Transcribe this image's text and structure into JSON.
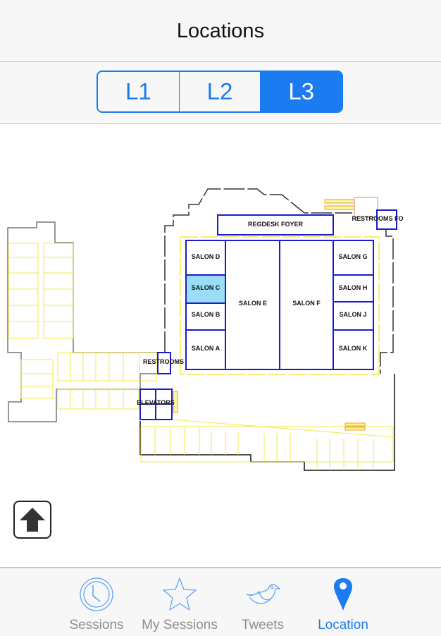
{
  "header": {
    "title": "Locations"
  },
  "levels": {
    "options": [
      "L1",
      "L2",
      "L3"
    ],
    "selected": "L3"
  },
  "map": {
    "rooms": {
      "regdesk": "REGDESK FOYER",
      "salon_a": "SALON A",
      "salon_b": "SALON B",
      "salon_c": "SALON C",
      "salon_d": "SALON D",
      "salon_e": "SALON E",
      "salon_f": "SALON F",
      "salon_g": "SALON G",
      "salon_h": "SALON H",
      "salon_j": "SALON J",
      "salon_k": "SALON K",
      "restrooms_left": "RESTROOMS",
      "restrooms_right": "RESTROOMS FO",
      "elevators": "ELEVATORS"
    },
    "highlighted": "SALON C",
    "highlight_color": "#99ddf8",
    "wall_color": "#1a1ad0"
  },
  "tabs": [
    {
      "label": "Sessions",
      "icon": "clock-icon"
    },
    {
      "label": "My Sessions",
      "icon": "star-icon"
    },
    {
      "label": "Tweets",
      "icon": "bird-icon"
    },
    {
      "label": "Location",
      "icon": "map-pin-icon",
      "active": true
    }
  ],
  "accent": "#1a7cf0"
}
